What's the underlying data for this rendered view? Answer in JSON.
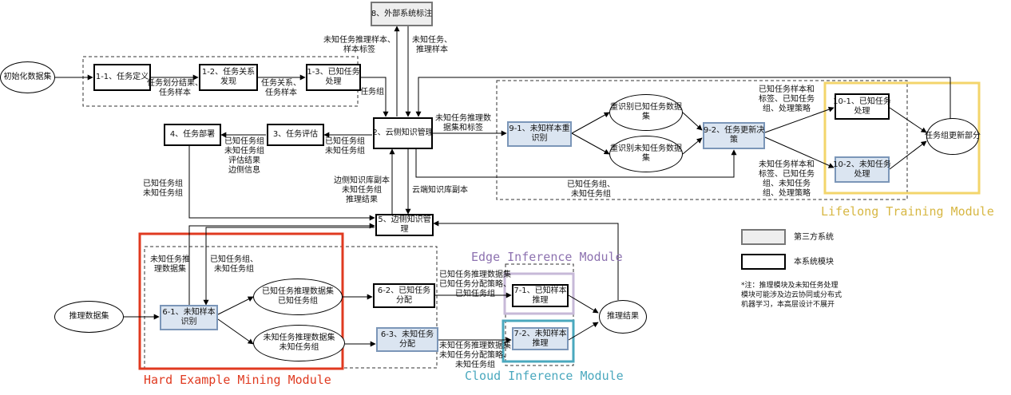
{
  "colors": {
    "lifelong": "#f3d56b",
    "hard_example": "#e03a20",
    "cloud": "#4aa8be",
    "edge": "#c7b9d8",
    "edge_title": "#8d72b0",
    "lifelong_title": "#d7b743",
    "blue_fill": "#dbe5f1",
    "blue_border": "#7b96b8"
  },
  "nodes": {
    "init_dataset": "初始化数据集",
    "task_define": "1-1、任务定义",
    "task_relation": "1-2、任务关系\n发现",
    "known_task_proc": "1-3、已知任务\n处理",
    "external_label": "8、外部系统标注",
    "cloud_kb": "2、云侧知识管理",
    "task_eval": "3、任务评估",
    "task_deploy": "4、任务部署",
    "edge_kb": "5、边侧知识管\n理",
    "unknown_reid": "9-1、未知样本重\n识别",
    "reid_known": "重识别已知任务数据\n集",
    "reid_unknown": "重识别未知任务数据\n集",
    "task_update": "9-2、任务更新决\n策",
    "known_proc_10": "10-1、已知任务\n处理",
    "unknown_proc_10": "10-2、未知任务\n处理",
    "task_group_update": "任务组更新部分",
    "infer_dataset": "推理数据集",
    "unknown_ident": "6-1、未知样本\n识别",
    "known_infer_set": "已知任务推理数据集\n已知任务组",
    "unknown_infer_set": "未知任务推理数据集\n未知任务组",
    "known_assign": "6-2、已知任务\n分配",
    "unknown_assign": "6-3、未知任务\n分配",
    "known_infer": "7-1、已知样本\n推理",
    "unknown_infer": "7-2、未知样本\n推理",
    "infer_result": "推理结果"
  },
  "edge_labels": {
    "e1": "任务划分结果、\n任务样本",
    "e2": "任务关系、\n任务样本",
    "e3": "任务组",
    "e4": "未知任务推理样本、\n样本标签",
    "e5": "未知任务、\n推理样本",
    "e6": "未知任务推理数\n据集和标签",
    "e7": "已知任务组\n未知任务组\n评估结果\n边侧信息",
    "e8": "已知任务组\n未知任务组",
    "e9": "边侧知识库副本\n未知任务组\n推理结果",
    "e10": "云端知识库副本",
    "e11": "已知任务组、\n未知任务组",
    "e12": "已知任务样本和\n标签、已知任务\n组、处理策略",
    "e13": "未知任务样本和\n标签、已知任务\n组、未知任务\n组、处理策略",
    "e14": "未知任务推\n理数据集",
    "e15": "已知任务组、\n未知任务组",
    "e16": "已知任务推理数据集\n已知任务分配策略、\n已知任务组",
    "e17": "未知任务推理数据集\n未知任务分配策略、\n未知任务组"
  },
  "modules": {
    "lifelong": "Lifelong Training Module",
    "hard_example": "Hard Example Mining Module",
    "edge": "Edge Inference Module",
    "cloud": "Cloud Inference Module"
  },
  "legend": {
    "third_party": "第三方系统",
    "own_module": "本系统模块",
    "note": "*注：推理模块及未知任务处理\n模块可能涉及边云协同或分布式\n机器学习，本高层设计不展开"
  }
}
